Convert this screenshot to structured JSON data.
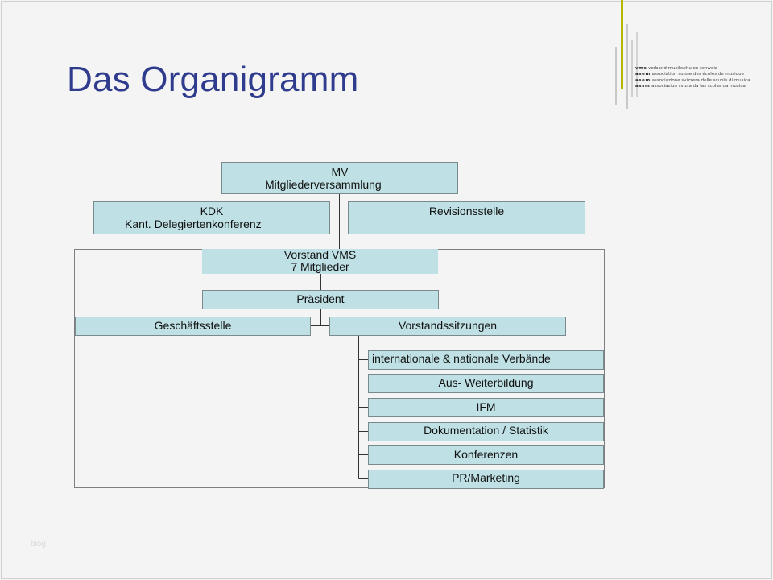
{
  "slide": {
    "title": "Das Organigramm",
    "footer": "blog"
  },
  "logo": {
    "lines": [
      {
        "mark": "vms",
        "text": "verband musikschulen schweiz"
      },
      {
        "mark": "asem",
        "text": "association suisse des écoles de musique"
      },
      {
        "mark": "asem",
        "text": "associazione svizzera delle scuole di musica"
      },
      {
        "mark": "assm",
        "text": "associaziun svizra da las scolas da musica"
      }
    ],
    "colors": {
      "accent": "#b5b800",
      "bars": "#c8c8c8"
    }
  },
  "org": {
    "mv": {
      "line1": "MV",
      "line2": "Mitgliederversammlung"
    },
    "kdk": {
      "line1": "KDK",
      "line2": "Kant. Delegiertenkonferenz"
    },
    "revision": {
      "label": "Revisionsstelle"
    },
    "vorstand": {
      "line1": "Vorstand VMS",
      "line2": "7 Mitglieder"
    },
    "praesident": {
      "label": "Präsident"
    },
    "geschaeftsstelle": {
      "label": "Geschäftsstelle"
    },
    "vorstandssitzungen": {
      "label": "Vorstandssitzungen"
    },
    "sub_items": [
      {
        "label": "internationale & nationale Verbände"
      },
      {
        "label": "Aus- Weiterbildung"
      },
      {
        "label": "IFM"
      },
      {
        "label": "Dokumentation / Statistik"
      },
      {
        "label": "Konferenzen"
      },
      {
        "label": "PR/Marketing"
      }
    ],
    "colors": {
      "box_fill": "#bfe0e4",
      "box_border": "#7a8a8c",
      "connector": "#333333"
    }
  }
}
